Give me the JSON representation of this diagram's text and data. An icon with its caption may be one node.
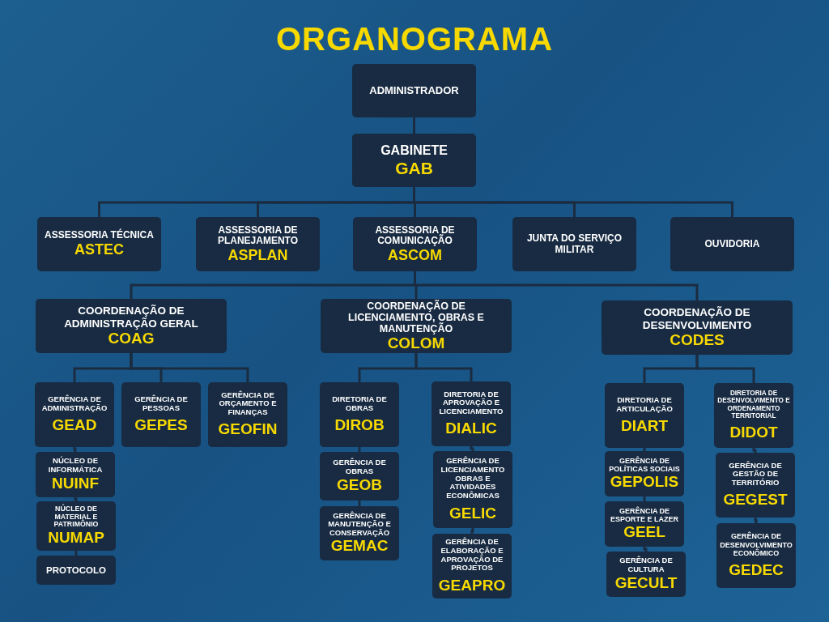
{
  "diagram": {
    "title": "ORGANOGRAMA",
    "nodes": [
      {
        "text": [
          "ADMINISTRADOR"
        ]
      },
      {
        "text": [
          "GABINETE",
          "GAB"
        ]
      },
      {
        "text": [
          "ASSESSORIA TÉCNICA",
          "ASTEC"
        ]
      },
      {
        "text": [
          "ASSESSORIA DE PLANEJAMENTO",
          "ASPLAN"
        ]
      },
      {
        "text": [
          "ASSESSORIA DE COMUNICAÇÃO",
          "ASCOM"
        ]
      },
      {
        "text": [
          "JUNTA DO SERVIÇO MILITAR"
        ]
      },
      {
        "text": [
          "OUVIDORIA"
        ]
      },
      {
        "text": [
          "COORDENAÇÃO DE ADMINISTRAÇÃO GERAL",
          "COAG"
        ]
      },
      {
        "text": [
          "COORDENAÇÃO DE LICENCIAMENTO, OBRAS E MANUTENÇÃO",
          "COLOM"
        ]
      },
      {
        "text": [
          "COORDENAÇÃO DE DESENVOLVIMENTO",
          "CODES"
        ]
      },
      {
        "text": [
          "GERÊNCIA DE ADMINISTRAÇÃO",
          "GEAD"
        ]
      },
      {
        "text": [
          "GERÊNCIA DE PESSOAS",
          "GEPES"
        ]
      },
      {
        "text": [
          "GERÊNCIA DE ORÇAMENTO E FINANÇAS",
          "GEOFIN"
        ]
      },
      {
        "text": [
          "NÚCLEO DE INFORMÁTICA",
          "NUINF"
        ]
      },
      {
        "text": [
          "NÚCLEO DE MATERIAL E PATRIMÔNIO",
          "NUMAP"
        ]
      },
      {
        "text": [
          "PROTOCOLO"
        ]
      },
      {
        "text": [
          "DIRETORIA DE OBRAS",
          "DIROB"
        ]
      },
      {
        "text": [
          "GERÊNCIA DE OBRAS",
          "GEOB"
        ]
      },
      {
        "text": [
          "GERÊNCIA DE MANUTENÇÃO E CONSERVAÇÃO",
          "GEMAC"
        ]
      },
      {
        "text": [
          "DIRETORIA DE APROVAÇÃO E LICENCIAMENTO",
          "DIALIC"
        ]
      },
      {
        "text": [
          "GERÊNCIA DE LICENCIAMENTO OBRAS E ATIVIDADES ECONÔMICAS",
          "GELIC"
        ]
      },
      {
        "text": [
          "GERÊNCIA DE ELABORAÇÃO E APROVAÇÃO DE PROJETOS",
          "GEAPRO"
        ]
      },
      {
        "text": [
          "DIRETORIA DE ARTICULAÇÃO",
          "DIART"
        ]
      },
      {
        "text": [
          "GERÊNCIA DE POLÍTICAS SOCIAIS",
          "GEPOLIS"
        ]
      },
      {
        "text": [
          "GERÊNCIA DE ESPORTE E LAZER",
          "GEEL"
        ]
      },
      {
        "text": [
          "GERÊNCIA DE CULTURA",
          "GECULT"
        ]
      },
      {
        "text": [
          "DIRETORIA DE DESENVOLVIMENTO E ORDENAMENTO TERRITORIAL",
          "DIDOT"
        ]
      },
      {
        "text": [
          "GERÊNCIA DE GESTÃO DE TERRITÓRIO",
          "GEGEST"
        ]
      },
      {
        "text": [
          "GERÊNCIA DE DESENVOLVIMENTO ECONÔMICO",
          "GEDEC"
        ]
      }
    ],
    "edges": [
      {
        "from": 0,
        "to": 1,
        "arrow": "none"
      },
      {
        "from": 1,
        "to": 2,
        "arrow": "none"
      },
      {
        "from": 1,
        "to": 3,
        "arrow": "none"
      },
      {
        "from": 1,
        "to": 4,
        "arrow": "none"
      },
      {
        "from": 1,
        "to": 5,
        "arrow": "none"
      },
      {
        "from": 1,
        "to": 6,
        "arrow": "none"
      },
      {
        "from": 4,
        "to": 7,
        "arrow": "none"
      },
      {
        "from": 4,
        "to": 8,
        "arrow": "none"
      },
      {
        "from": 4,
        "to": 9,
        "arrow": "none"
      },
      {
        "from": 7,
        "to": 10,
        "arrow": "none"
      },
      {
        "from": 7,
        "to": 11,
        "arrow": "none"
      },
      {
        "from": 7,
        "to": 12,
        "arrow": "none"
      },
      {
        "from": 10,
        "to": 13,
        "arrow": "none"
      },
      {
        "from": 13,
        "to": 14,
        "arrow": "none"
      },
      {
        "from": 14,
        "to": 15,
        "arrow": "none"
      },
      {
        "from": 8,
        "to": 16,
        "arrow": "none"
      },
      {
        "from": 8,
        "to": 19,
        "arrow": "none"
      },
      {
        "from": 16,
        "to": 17,
        "arrow": "none"
      },
      {
        "from": 17,
        "to": 18,
        "arrow": "none"
      },
      {
        "from": 19,
        "to": 20,
        "arrow": "none"
      },
      {
        "from": 20,
        "to": 21,
        "arrow": "none"
      },
      {
        "from": 9,
        "to": 22,
        "arrow": "none"
      },
      {
        "from": 9,
        "to": 26,
        "arrow": "none"
      },
      {
        "from": 22,
        "to": 23,
        "arrow": "none"
      },
      {
        "from": 23,
        "to": 24,
        "arrow": "none"
      },
      {
        "from": 24,
        "to": 25,
        "arrow": "none"
      },
      {
        "from": 26,
        "to": 27,
        "arrow": "none"
      },
      {
        "from": 27,
        "to": 28,
        "arrow": "none"
      }
    ]
  }
}
